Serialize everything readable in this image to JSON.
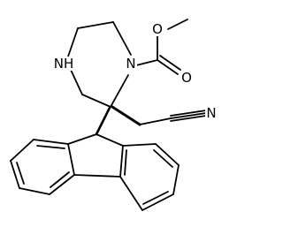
{
  "molecule": {
    "atom_labels": {
      "carbonyl_oxygen": "O",
      "ester_oxygen": "O",
      "ring_nitrogen_carbamate": "N",
      "ring_amine": "NH",
      "nitrile_nitrogen": "N"
    },
    "colors": {
      "bond": "#000000",
      "label": "#000000",
      "background": "#ffffff"
    }
  }
}
